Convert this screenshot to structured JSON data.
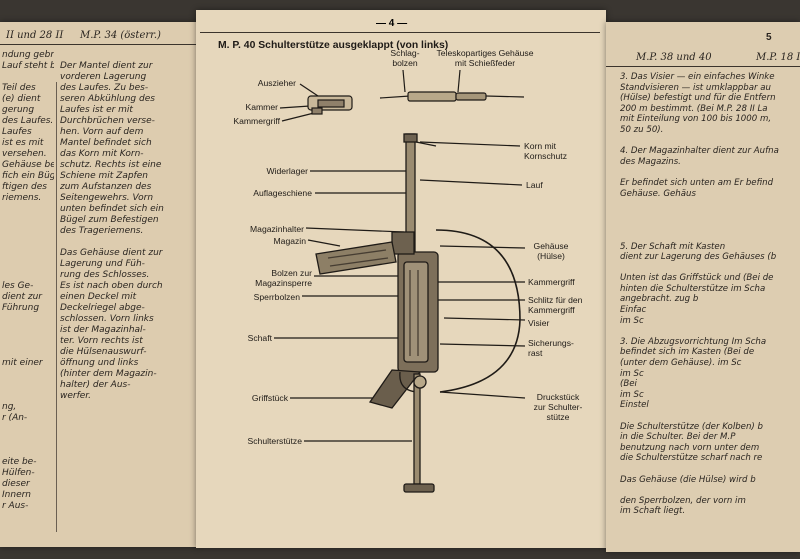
{
  "left_page": {
    "header": "II und 28 II",
    "header_right": "M.P. 34 (österr.)",
    "col1": [
      "ndung gebracht und dem Geschoß",
      "Lauf steht beim Schießen fest.",
      "",
      "Teil des",
      "(e) dient",
      "gerung",
      "des Laufes.",
      "Laufes",
      "ist es mit",
      "versehen.",
      "Gehäuse be-",
      "fich ein Bügel",
      "ftigen des",
      "riemens.",
      "",
      "",
      "",
      "",
      "",
      "",
      "",
      "les Ge-",
      "dient zur",
      "Führung",
      "",
      "",
      "",
      "",
      "mit einer",
      "",
      "",
      "",
      "ng,",
      "r (An-",
      "",
      "",
      "",
      "eite be-",
      "Hülfen-",
      "dieser",
      "Innern",
      "r Aus-"
    ],
    "col2": [
      "",
      "Der Mantel dient zur",
      "vorderen Lagerung",
      "des Laufes. Zu bes-",
      "seren Abkühlung des",
      "Laufes ist er mit",
      "Durchbrüchen verse-",
      "hen. Vorn auf dem",
      "Mantel befindet sich",
      "das Korn mit Korn-",
      "schutz. Rechts ist eine",
      "Schiene mit Zapfen",
      "zum Aufstanzen des",
      "Seitengewehrs. Vorn",
      "unten befindet sich ein",
      "Bügel zum Befestigen",
      "des Trageriemens.",
      "",
      "Das Gehäuse dient zur",
      "Lagerung und Füh-",
      "rung des Schlosses.",
      "Es ist nach oben durch",
      "einen Deckel mit",
      "Deckelriegel abge-",
      "schlossen. Vorn links",
      "ist der Magazinhal-",
      "ter. Vorn rechts ist",
      "die Hülsenauswurf-",
      "öffnung und links",
      "(hinter dem Magazin-",
      "halter) der Aus-",
      "werfer."
    ]
  },
  "mid_page": {
    "page_number": "— 4 —",
    "title": "M. P. 40 Schulterstütze ausgeklappt (von links)",
    "labels": {
      "schlagbolzen": [
        "Schlag-",
        "bolzen"
      ],
      "gehaeuse_top": [
        "Teleskopartiges Gehäuse",
        "mit Schießfeder"
      ],
      "auszieher": "Auszieher",
      "kammer": "Kammer",
      "kammergriff_left": "Kammergriff",
      "korn": [
        "Korn mit",
        "Kornschutz"
      ],
      "widerlager": "Widerlager",
      "lauf": "Lauf",
      "auflageschiene": "Auflageschiene",
      "magazinhalter": "Magazinhalter",
      "magazin": "Magazin",
      "gehaeuse_right": [
        "Gehäuse",
        "(Hülse)"
      ],
      "bolzen": [
        "Bolzen zur",
        "Magazinsperre"
      ],
      "sperrbolzen": "Sperrbolzen",
      "kammergriff_right": "Kammergriff",
      "schlitz": [
        "Schlitz für den",
        "Kammergriff"
      ],
      "visier": "Visier",
      "schaft": "Schaft",
      "sicherungsrast": [
        "Sicherungs-",
        "rast"
      ],
      "griffstueck": "Griffstück",
      "druckstueck": [
        "Druckstück",
        "zur Schulter-",
        "stütze"
      ],
      "schulterstuetze": "Schulterstütze"
    }
  },
  "right_page": {
    "page_number": "5",
    "header": "M.P. 38 und 40",
    "header_right": "M.P. 18 I",
    "lines": [
      "3. Das Visier — ein einfaches Winke",
      "Standvisieren — ist umklappbar au",
      "(Hülse) befestigt und für die Entfern",
      "200 m bestimmt. (Bei M.P. 28 II La",
      "mit Einteilung von 100 bis 1000 m,",
      "50 zu 50).",
      "",
      "4. Der Magazinhalter dient zur Aufna",
      "des Magazins.",
      "",
      "Er befindet sich unten am   Er befind",
      "Gehäuse.                           Gehäus",
      "",
      "",
      "",
      "",
      "5. Der Schaft mit Kasten",
      "dient zur Lagerung des Gehäuses (b",
      "",
      "Unten ist das Griffstück und  (Bei de",
      "hinten die Schulterstütze     im Scha",
      "angebracht.                         zug b",
      "                                             Einfac",
      "                                             im Sc",
      "",
      "3. Die Abzugsvorrichtung     Im Scha",
      "befindet sich im Kasten      (Bei de",
      "(unter dem Gehäuse).           im Sc",
      "                                             im Sc",
      "                                             (Bei",
      "                                             im Sc",
      "                                             Einstel",
      "",
      "Die Schulterstütze (der Kolben) b",
      "in die Schulter. Bei der M.P",
      "benutzung nach vorn unter dem",
      "die Schulterstütze scharf nach re",
      "",
      "Das Gehäuse (die Hülse) wird b",
      "",
      "den Sperrbolzen, der vorn im",
      "im Schaft liegt."
    ]
  }
}
